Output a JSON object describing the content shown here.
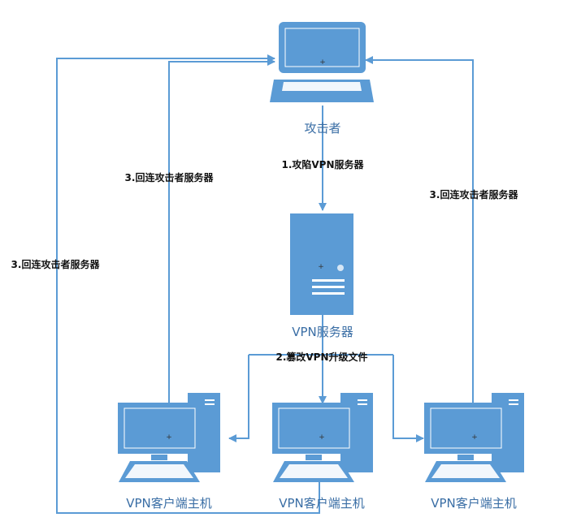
{
  "nodes": {
    "attacker": {
      "label": "攻击者"
    },
    "vpn_server": {
      "label": "VPN服务器"
    },
    "client_left": {
      "label": "VPN客户端主机"
    },
    "client_middle": {
      "label": "VPN客户端主机"
    },
    "client_right": {
      "label": "VPN客户端主机"
    }
  },
  "edges": {
    "compromise": {
      "label": "1.攻陷VPN服务器"
    },
    "tamper": {
      "label": "2.篡改VPN升级文件"
    },
    "connect_back_outer": {
      "label": "3.回连攻击者服务器"
    },
    "connect_back_inner": {
      "label": "3.回连攻击者服务器"
    },
    "connect_back_right": {
      "label": "3.回连攻击者服务器"
    }
  },
  "colors": {
    "device_fill": "#5b9bd5",
    "device_line": "#ffffff",
    "connector": "#5b9bd5",
    "node_text": "#3a6ea5",
    "edge_text": "#111111"
  }
}
